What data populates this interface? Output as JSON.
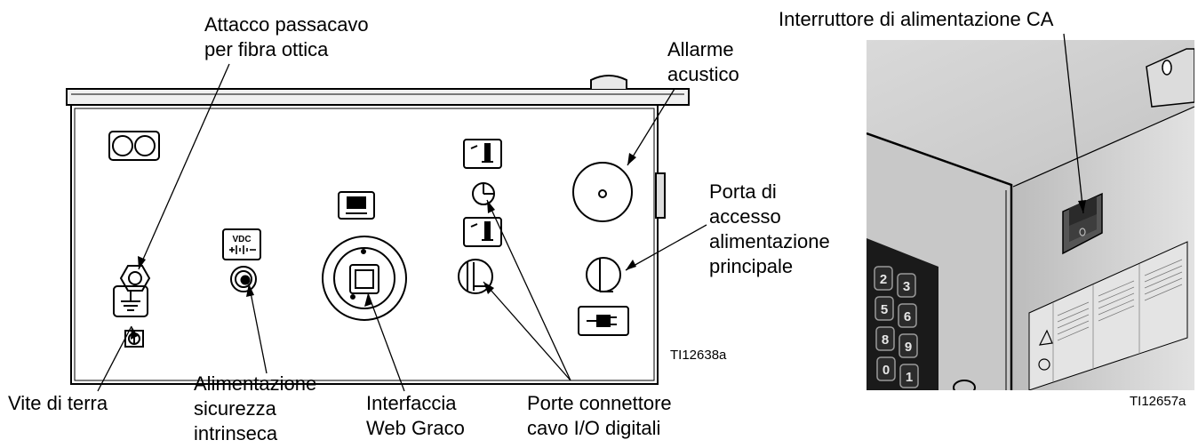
{
  "labels": {
    "fiber_optic_port": "Attacco passacavo\nper fibra ottica",
    "audible_alarm": "Allarme\nacustico",
    "ac_power_switch": "Interruttore di alimentazione CA",
    "main_power_access_port": "Porta di\naccesso\nalimentazione\nprincipale",
    "ground_screw": "Vite di terra",
    "intrinsically_safe_power": "Alimentazione\nsicurezza\nintrinseca",
    "graco_web_interface": "Interfaccia\nWeb Graco",
    "digital_io_connector_ports": "Porte connettore\ncavo I/O digitali"
  },
  "figure_codes": {
    "left": "TI12638a",
    "right": "TI12657a"
  },
  "panel_text": {
    "vdc": "VDC"
  },
  "keypad_keys": [
    "2",
    "3",
    "5",
    "6",
    "8",
    "9",
    "0",
    "1"
  ],
  "icons": [
    "fiber-optic-grommet-icon",
    "dual-port-icon",
    "ground-symbol-icon",
    "battery-symbol-icon",
    "computer-icon",
    "dispense-valve-icon",
    "ac-plug-icon",
    "warning-triangle-icon"
  ]
}
